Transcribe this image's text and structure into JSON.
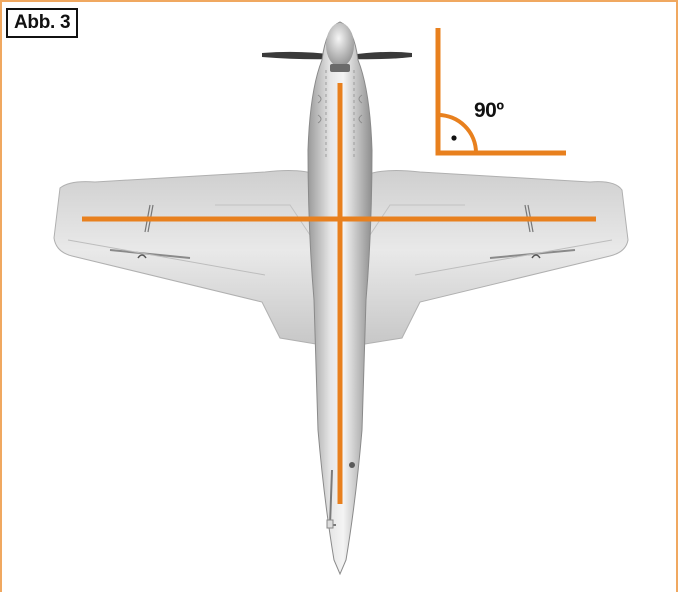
{
  "figure": {
    "label": "Abb. 3",
    "angle_label": "90º"
  },
  "colors": {
    "accent_lines": "#e8801e",
    "frame_border": "#f0a860",
    "aircraft_body": "#d8d8d8",
    "label_text": "#111111"
  },
  "illustration": {
    "subject": "aircraft-top-view",
    "right_angle_marker": "right-angle-icon"
  }
}
